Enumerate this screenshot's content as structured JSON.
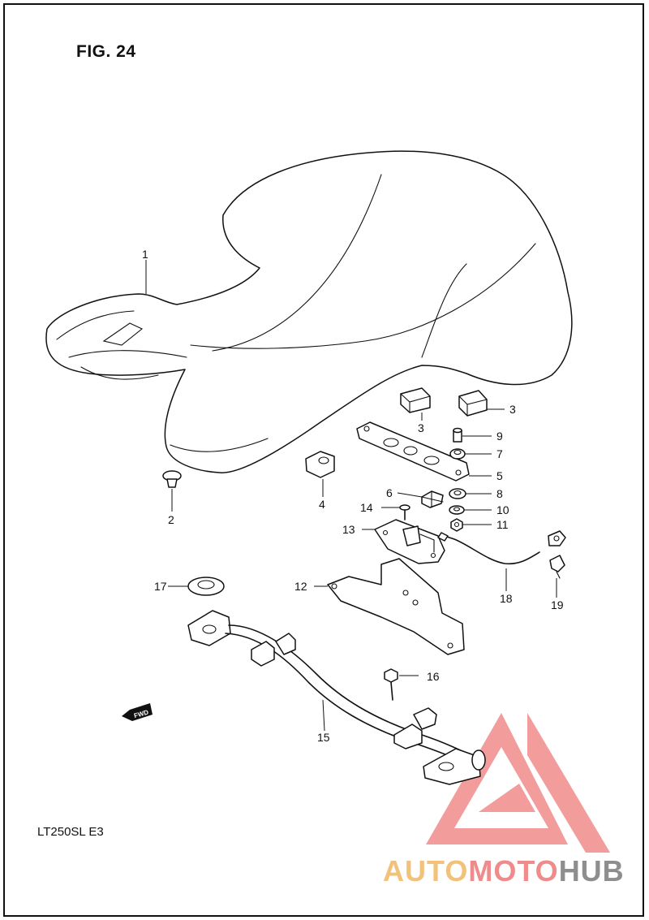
{
  "figure": {
    "title": "FIG. 24",
    "model_code": "LT250SL  E3"
  },
  "direction_badge": {
    "text": "FWD"
  },
  "callouts": [
    "1",
    "2",
    "3",
    "3",
    "4",
    "5",
    "6",
    "7",
    "8",
    "9",
    "10",
    "11",
    "12",
    "13",
    "14",
    "15",
    "16",
    "17",
    "18",
    "19"
  ],
  "watermark": {
    "part_a": "AUTO",
    "part_b": "MOTO",
    "part_c": "HUB",
    "colors": {
      "a": "#f2c27a",
      "b": "#ef8b8b",
      "c": "#8e8e8e",
      "logo": "#ee7b7b"
    }
  }
}
